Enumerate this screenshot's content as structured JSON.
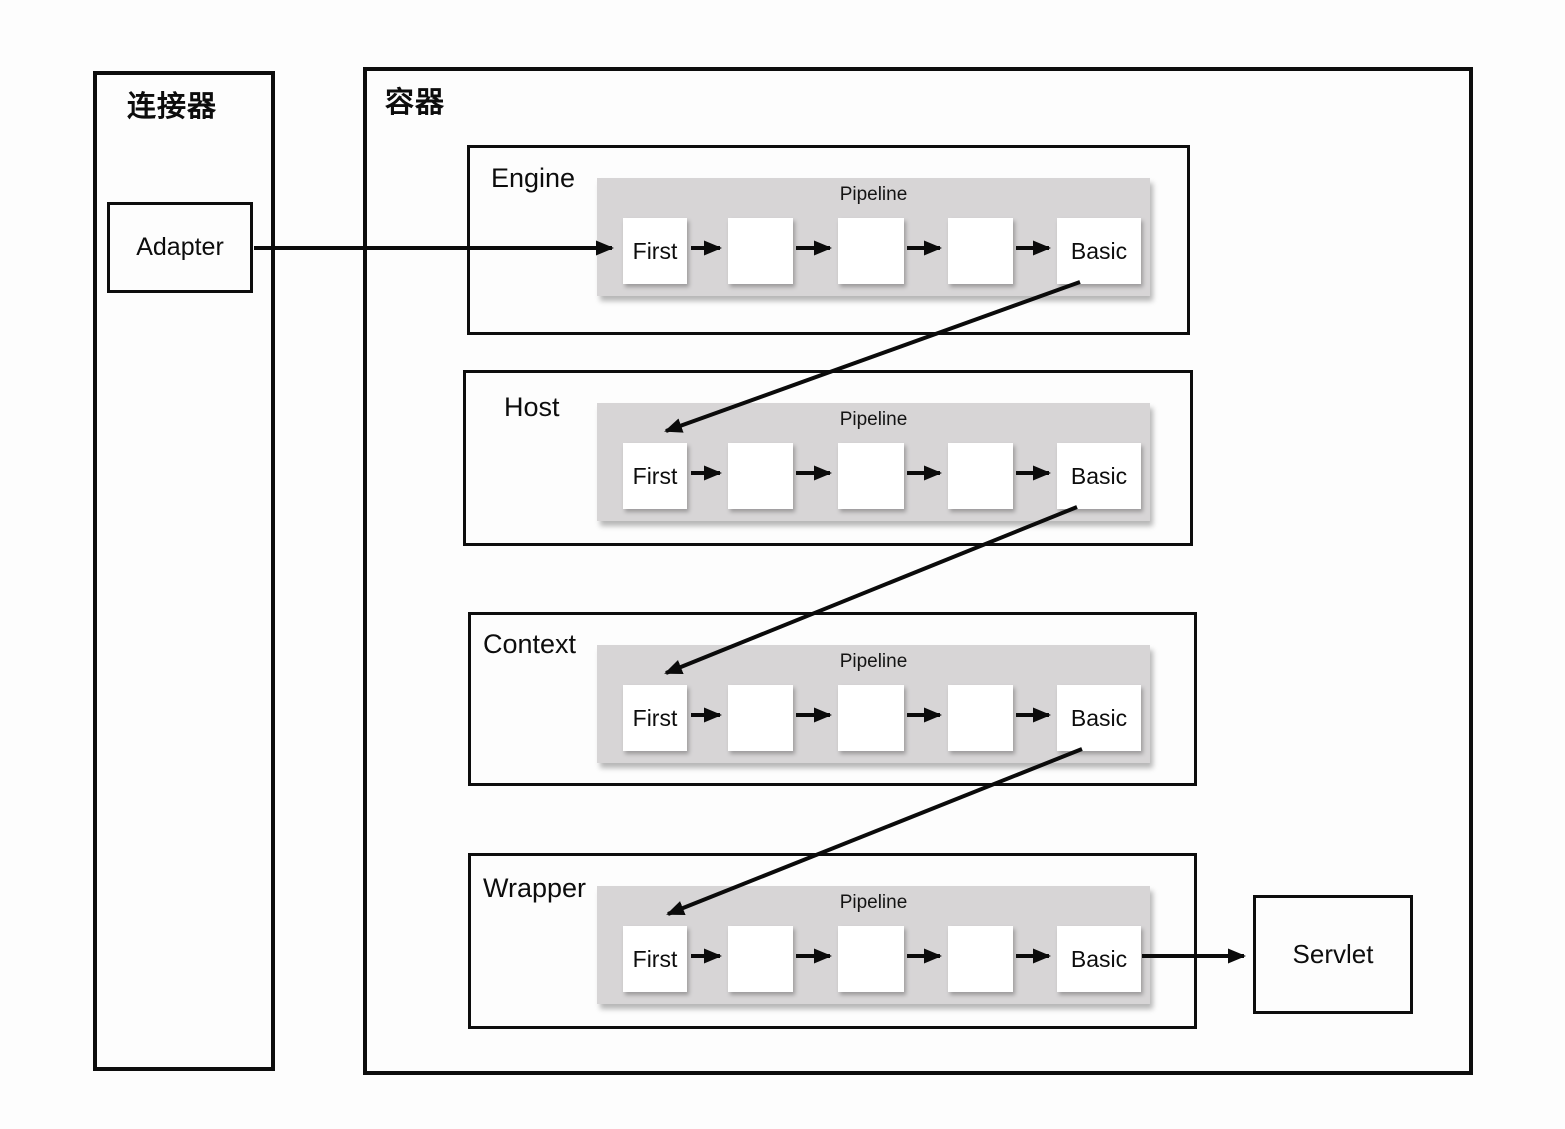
{
  "connector": {
    "label": "连接器",
    "adapter_label": "Adapter"
  },
  "container": {
    "label": "容器"
  },
  "tiers": [
    {
      "label": "Engine",
      "pipeline_title": "Pipeline",
      "first": "First",
      "basic": "Basic"
    },
    {
      "label": "Host",
      "pipeline_title": "Pipeline",
      "first": "First",
      "basic": "Basic"
    },
    {
      "label": "Context",
      "pipeline_title": "Pipeline",
      "first": "First",
      "basic": "Basic"
    },
    {
      "label": "Wrapper",
      "pipeline_title": "Pipeline",
      "first": "First",
      "basic": "Basic"
    }
  ],
  "servlet": {
    "label": "Servlet"
  },
  "colors": {
    "pipeline_bg": "#d7d5d6",
    "line": "#0b0b0b",
    "valve_bg": "#ffffff",
    "border": "#0d0d0d",
    "background": "#fdfdfd"
  },
  "connections": [
    {
      "from": "adapter",
      "to": "engine-pipeline-first"
    },
    {
      "from": "engine-pipeline-first",
      "to": "engine-pipeline-basic",
      "via": "pipeline-valves"
    },
    {
      "from": "engine-pipeline-basic",
      "to": "host-pipeline-first"
    },
    {
      "from": "host-pipeline-first",
      "to": "host-pipeline-basic",
      "via": "pipeline-valves"
    },
    {
      "from": "host-pipeline-basic",
      "to": "context-pipeline-first"
    },
    {
      "from": "context-pipeline-first",
      "to": "context-pipeline-basic",
      "via": "pipeline-valves"
    },
    {
      "from": "context-pipeline-basic",
      "to": "wrapper-pipeline-first"
    },
    {
      "from": "wrapper-pipeline-first",
      "to": "wrapper-pipeline-basic",
      "via": "pipeline-valves"
    },
    {
      "from": "wrapper-pipeline-basic",
      "to": "servlet"
    }
  ]
}
